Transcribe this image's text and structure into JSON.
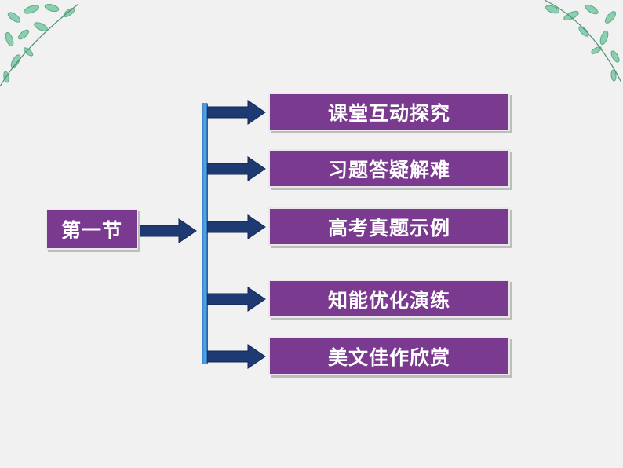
{
  "section": {
    "label": "第一节"
  },
  "items": [
    {
      "label": "课堂互动探究"
    },
    {
      "label": "习题答疑解难"
    },
    {
      "label": "高考真题示例"
    },
    {
      "label": "知能优化演练"
    },
    {
      "label": "美文佳作欣赏"
    }
  ],
  "colors": {
    "box_fill": "#7a3a8f",
    "arrow_fill": "#1e3a72",
    "connector": "#2a79c6",
    "background": "#f1f1f1",
    "leaf": "#7cc7a6"
  },
  "icons": [
    "leaf-decoration-left",
    "leaf-decoration-right",
    "arrow-right-icon"
  ]
}
